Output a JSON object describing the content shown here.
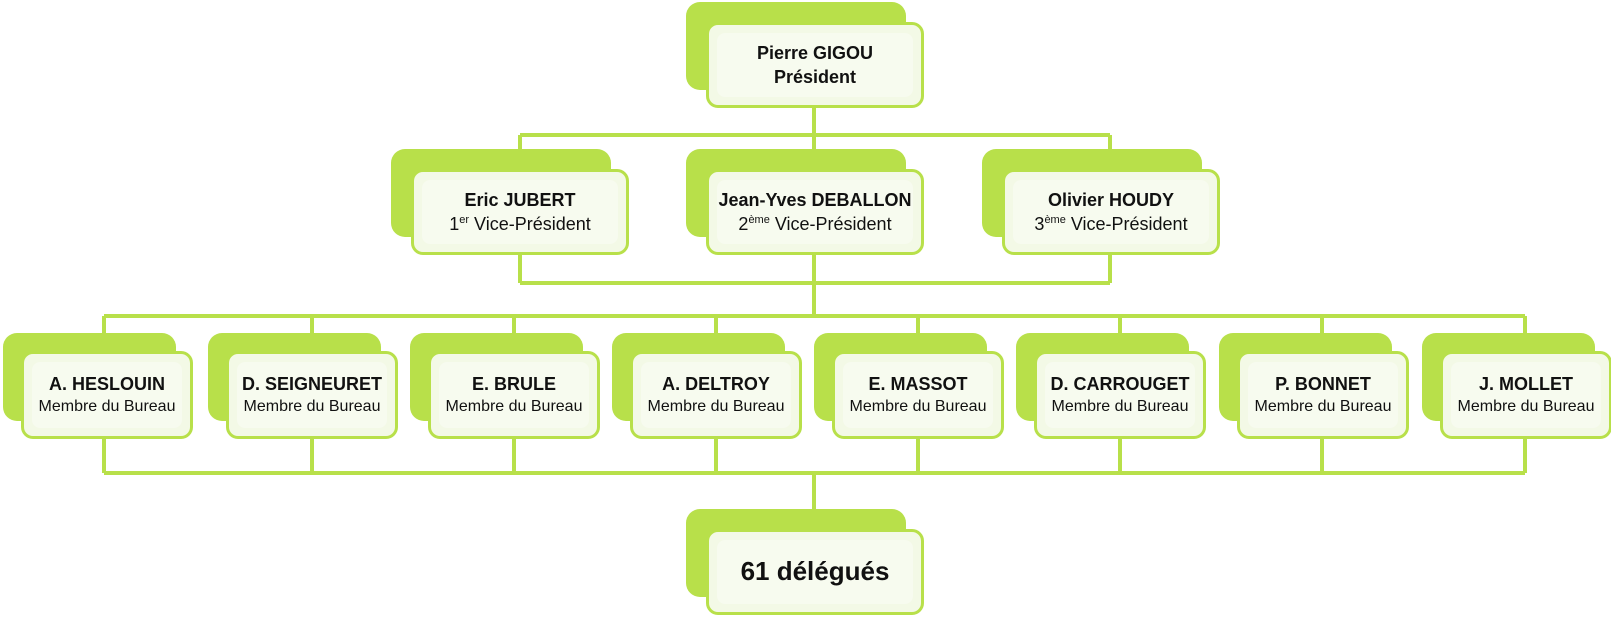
{
  "colors": {
    "accent": "#b8e04a",
    "card_fill": "#f3f9e6",
    "line": "#b8e04a"
  },
  "president": {
    "name": "Pierre GIGOU",
    "role": "Président"
  },
  "vice_presidents": [
    {
      "name": "Eric JUBERT",
      "ord_num": "1",
      "ord_sup": "er",
      "role": " Vice-Président"
    },
    {
      "name": "Jean-Yves DEBALLON",
      "ord_num": "2",
      "ord_sup": "ème",
      "role": " Vice-Président"
    },
    {
      "name": "Olivier HOUDY",
      "ord_num": "3",
      "ord_sup": "ème",
      "role": " Vice-Président"
    }
  ],
  "members": [
    {
      "name": "A. HESLOUIN",
      "role": "Membre du Bureau"
    },
    {
      "name": "D. SEIGNEURET",
      "role": "Membre du Bureau"
    },
    {
      "name": "E. BRULE",
      "role": "Membre du Bureau"
    },
    {
      "name": "A. DELTROY",
      "role": "Membre du Bureau"
    },
    {
      "name": "E. MASSOT",
      "role": "Membre du Bureau"
    },
    {
      "name": "D. CARROUGET",
      "role": "Membre du Bureau"
    },
    {
      "name": "P. BONNET",
      "role": "Membre du Bureau"
    },
    {
      "name": "J. MOLLET",
      "role": "Membre du Bureau"
    }
  ],
  "delegates": {
    "label": "61 délégués"
  }
}
